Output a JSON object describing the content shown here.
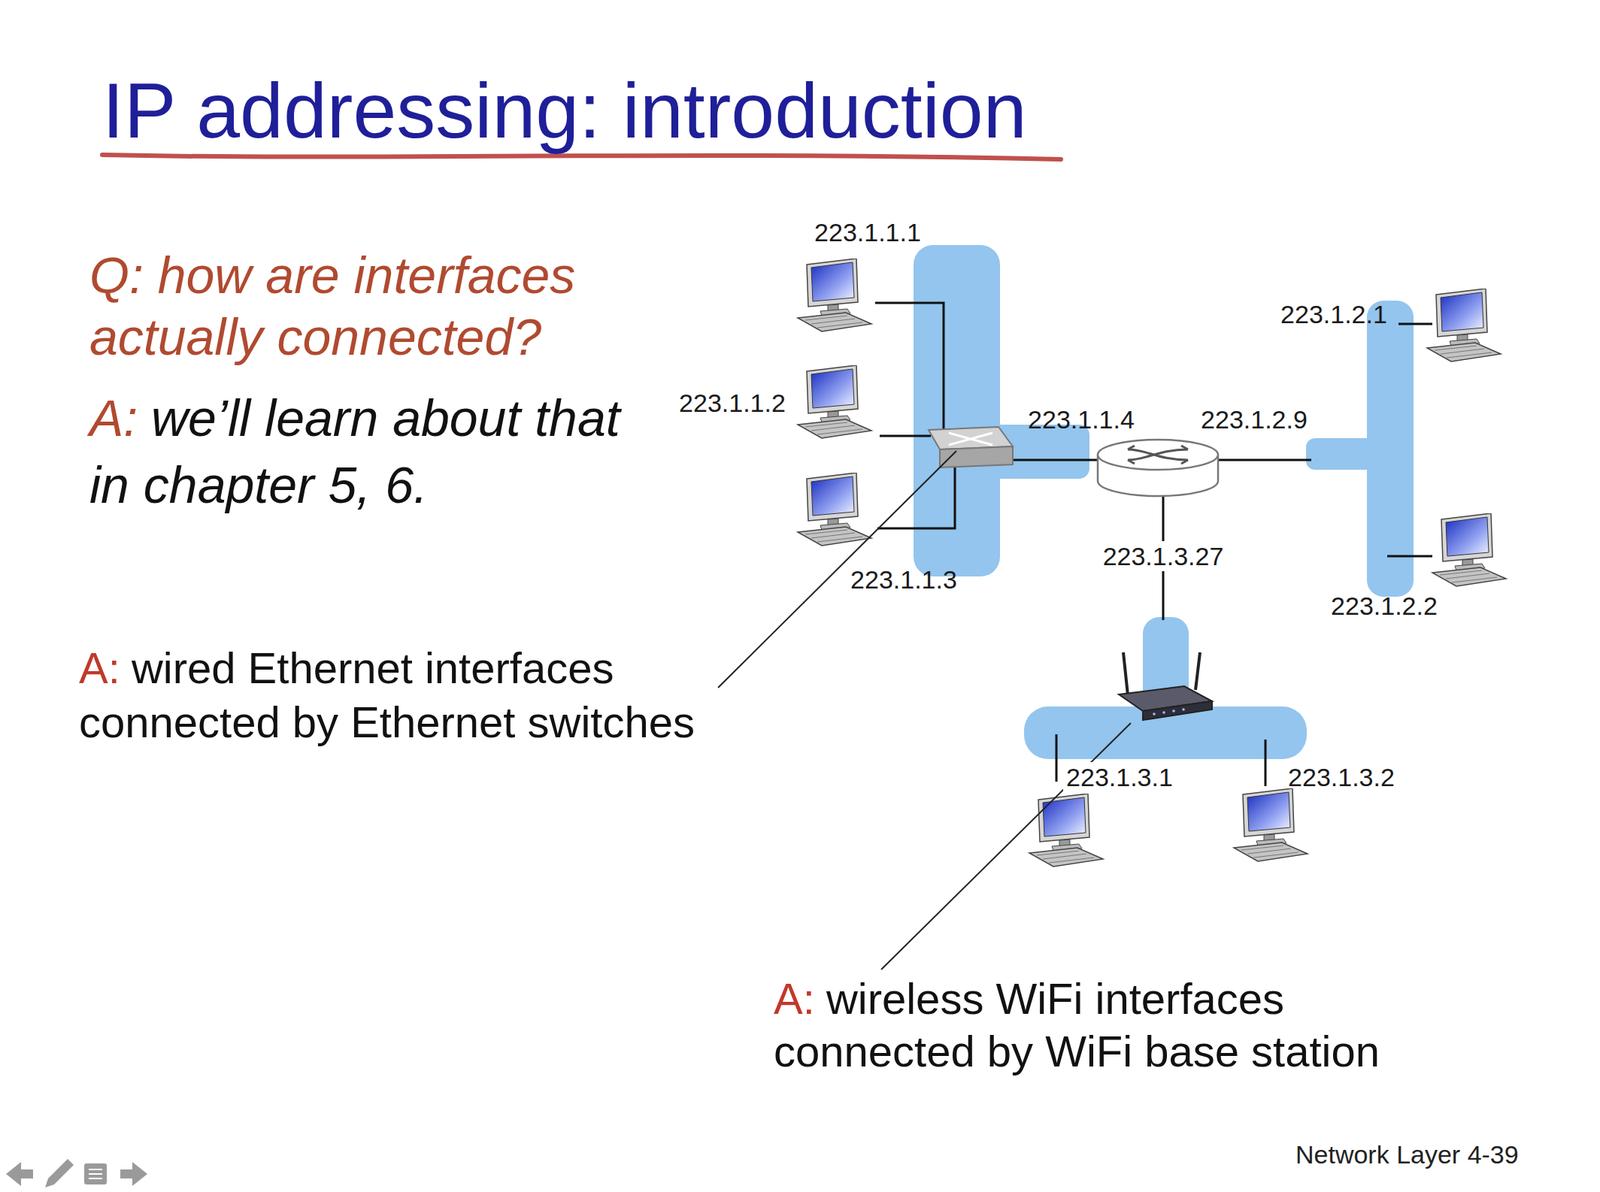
{
  "diagram": {
    "title": "IP addressing: introduction",
    "labels": [
      "Q: how are interfaces actually connected?",
      "A:",
      "we’ll learn about that in chapter 5, 6.",
      "223.1.1.1",
      "223.1.2.1",
      "223.1.1.2",
      "223.1.1.4",
      "223.1.2.9",
      "223.1.3.27",
      "223.1.1.3",
      "223.1.2.2",
      "A:",
      "wired Ethernet interfaces connected by Ethernet switches",
      "223.1.3.1",
      "223.1.3.2",
      "A:",
      "wireless WiFi interfaces connected by WiFi base station",
      "Network Layer 4-39"
    ]
  }
}
